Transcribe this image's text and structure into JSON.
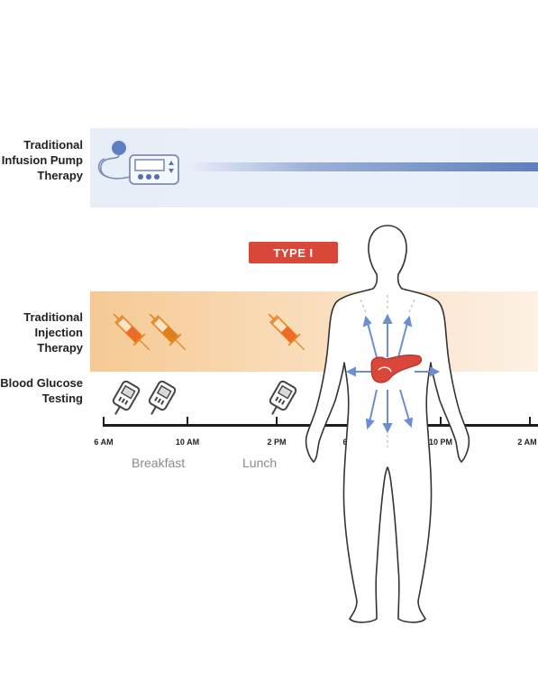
{
  "rows": {
    "pump_label": "Traditional Infusion Pump Therapy",
    "injection_label": "Traditional Injection Therapy",
    "glucose_label": "Blood Glucose Testing"
  },
  "badge": "TYPE I",
  "timeline": {
    "ticks": [
      "6 AM",
      "10 AM",
      "2 PM",
      "6 PM",
      "10 PM",
      "2 AM"
    ]
  },
  "meals": [
    "Breakfast",
    "Lunch"
  ],
  "colors": {
    "pump_band": "#e8eef8",
    "pump_flow": "#5f7fbd",
    "injection_band": "#f9dcb8",
    "badge": "#d9473a",
    "pancreas": "#d9473a",
    "syringe": "#e38a2c",
    "arrow": "#6d8fd0"
  },
  "icons": [
    "insulin-pump-icon",
    "syringe-icon",
    "glucose-meter-icon",
    "human-body-icon",
    "pancreas-icon"
  ]
}
